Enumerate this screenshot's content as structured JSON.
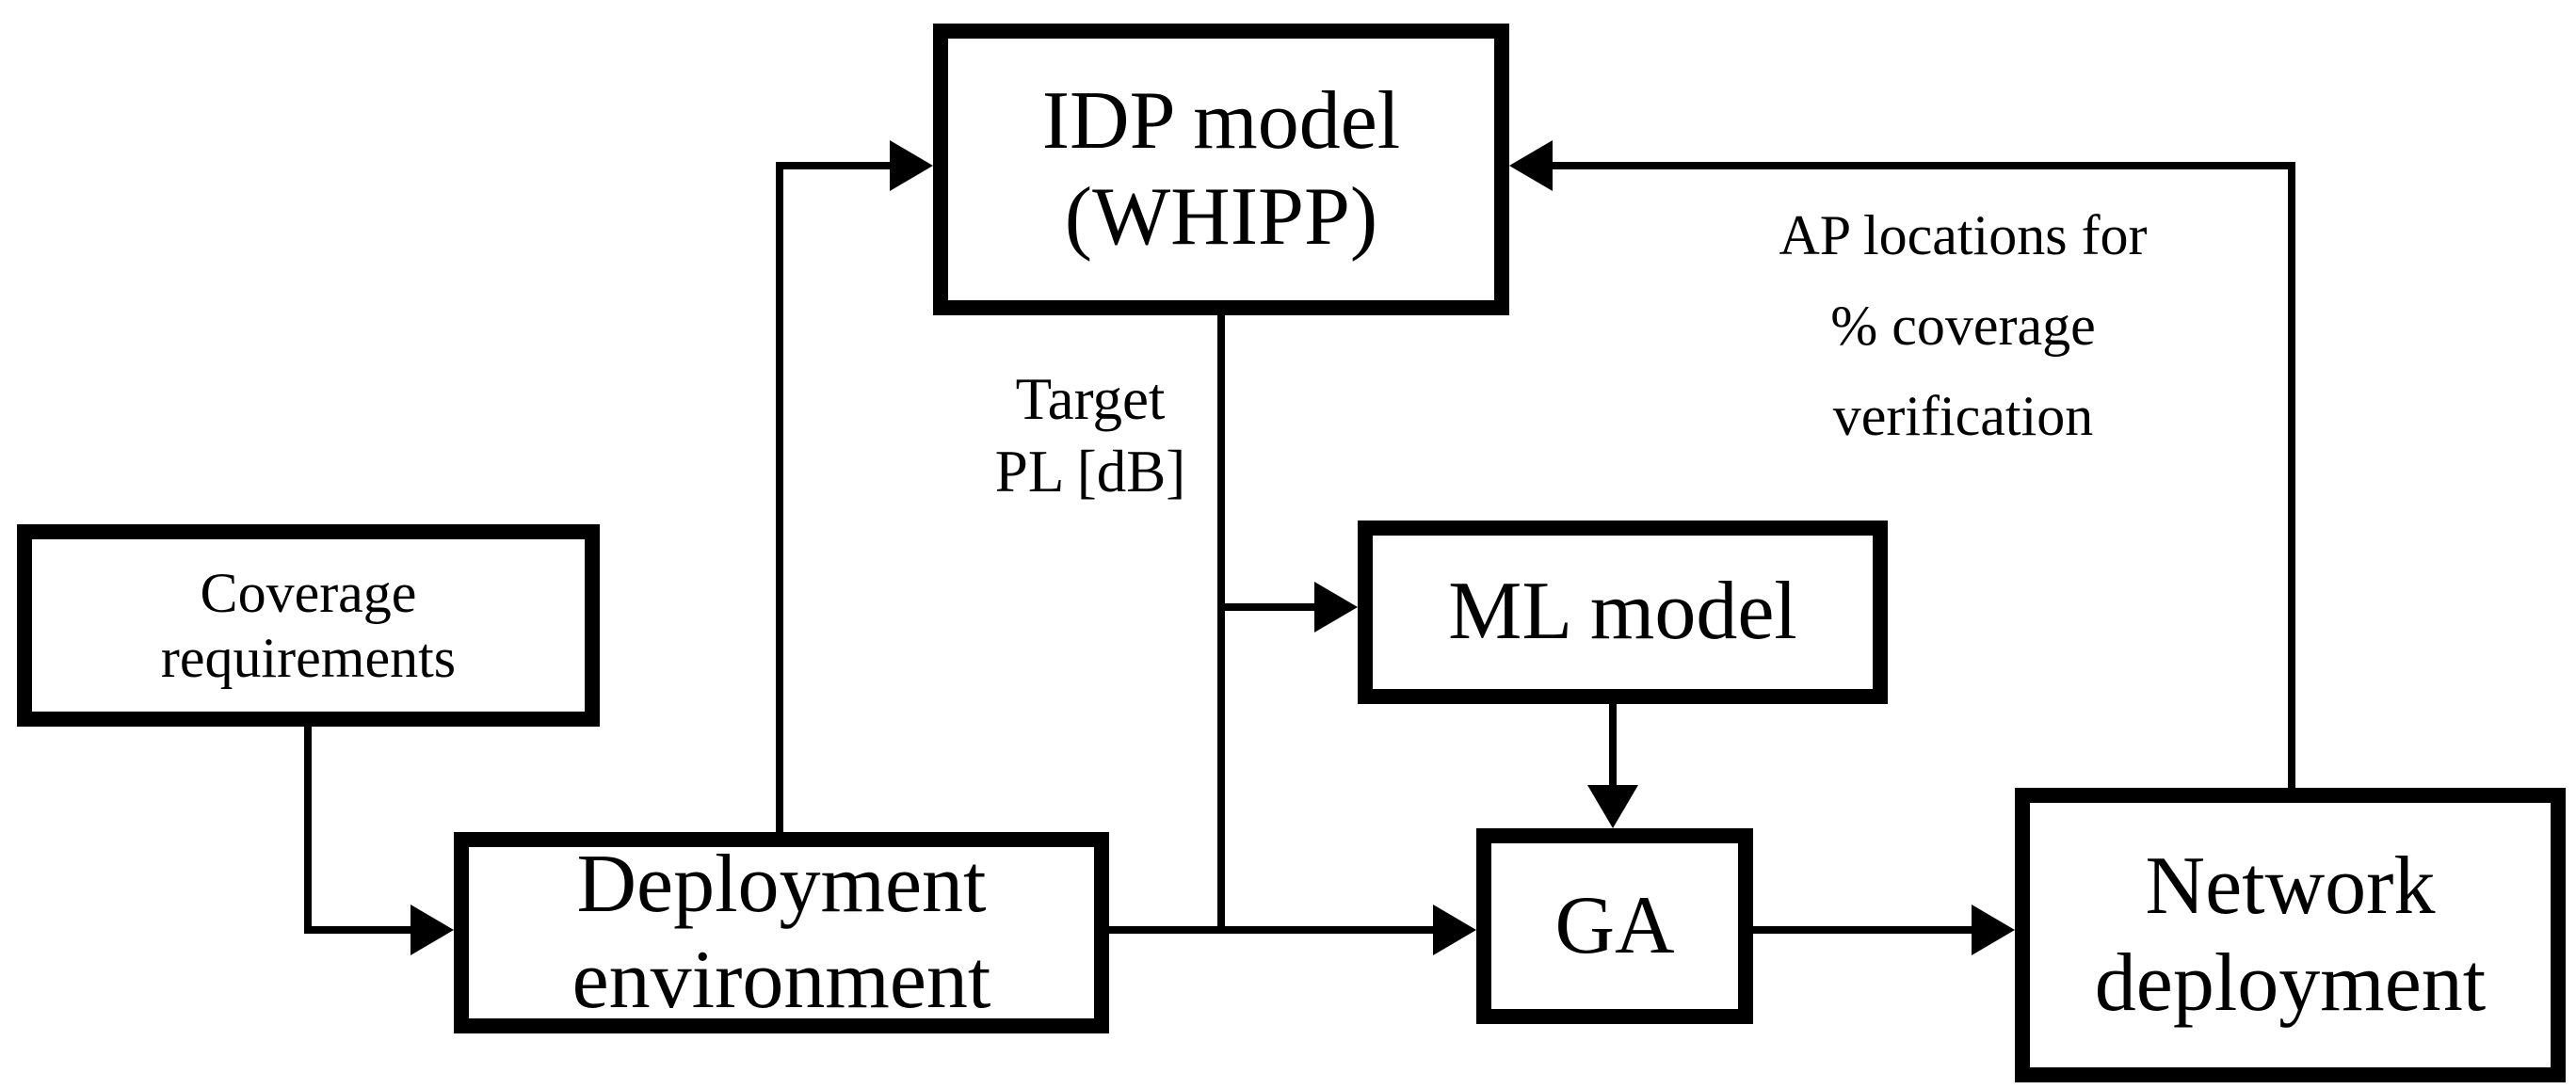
{
  "colors": {
    "background": "#ffffff",
    "line": "#000000",
    "text": "#000000"
  },
  "nodes": {
    "idp": {
      "line1": "IDP model",
      "line2": "(WHIPP)"
    },
    "coverage": {
      "line1": "Coverage",
      "line2": "requirements"
    },
    "deployment": {
      "line1": "Deployment",
      "line2": "environment"
    },
    "ml": {
      "line1": "ML model"
    },
    "ga": {
      "line1": "GA"
    },
    "network": {
      "line1": "Network",
      "line2": "deployment"
    }
  },
  "edge_labels": {
    "target_pl": {
      "line1": "Target",
      "line2": "PL [dB]"
    },
    "ap_locations": {
      "line1": "AP locations for",
      "line2": "% coverage",
      "line3": "verification"
    }
  },
  "edges": [
    {
      "from": "coverage-requirements",
      "to": "deployment-environment"
    },
    {
      "from": "deployment-environment",
      "to": "idp-model"
    },
    {
      "from": "idp-model",
      "to": "ml-model",
      "label": "Target PL [dB]"
    },
    {
      "from": "idp-model",
      "to": "ga",
      "label": "Target PL [dB]"
    },
    {
      "from": "deployment-environment",
      "to": "ga"
    },
    {
      "from": "ml-model",
      "to": "ga"
    },
    {
      "from": "ga",
      "to": "network-deployment"
    },
    {
      "from": "network-deployment",
      "to": "idp-model",
      "label": "AP locations for % coverage verification"
    }
  ]
}
